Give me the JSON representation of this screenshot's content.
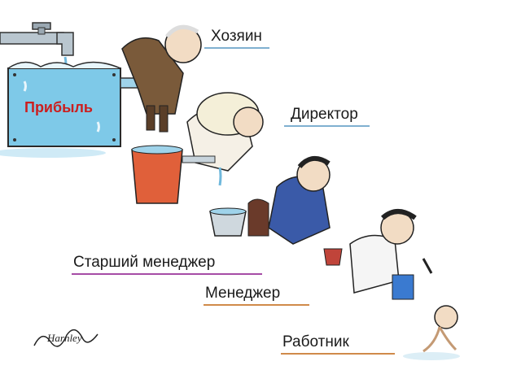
{
  "tank_label": "Прибыль",
  "roles": {
    "owner": "Хозяин",
    "director": "Директор",
    "senior_manager": "Старший менеджер",
    "manager": "Менеджер",
    "worker": "Работник"
  },
  "signature": "Harnley",
  "colors": {
    "tank": "#7ec9e8",
    "tank_label": "#cc1e1e",
    "bucket": "#e0603a",
    "water": "#9fd3ea",
    "owner_suit": "#7a5a3a",
    "manager_suit": "#3a5aa8",
    "underline_blue": "#7fb0d0",
    "underline_purple": "#a64ca6",
    "underline_orange": "#d08a4a"
  }
}
